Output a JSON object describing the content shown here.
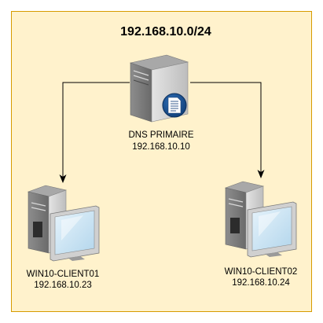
{
  "diagram": {
    "title": "192.168.10.0/24",
    "background_color": "#fff2cc",
    "border_color": "#d79b00",
    "edge_color": "#000000",
    "nodes": [
      {
        "id": "dns",
        "icon": "dns-server-icon",
        "name": "DNS PRIMAIRE",
        "ip": "192.168.10.10"
      },
      {
        "id": "client01",
        "icon": "workstation-icon",
        "name": "WIN10-CLIENT01",
        "ip": "192.168.10.23"
      },
      {
        "id": "client02",
        "icon": "workstation-icon",
        "name": "WIN10-CLIENT02",
        "ip": "192.168.10.24"
      }
    ],
    "edges": [
      {
        "from": "dns",
        "to": "client01"
      },
      {
        "from": "dns",
        "to": "client02"
      }
    ]
  }
}
